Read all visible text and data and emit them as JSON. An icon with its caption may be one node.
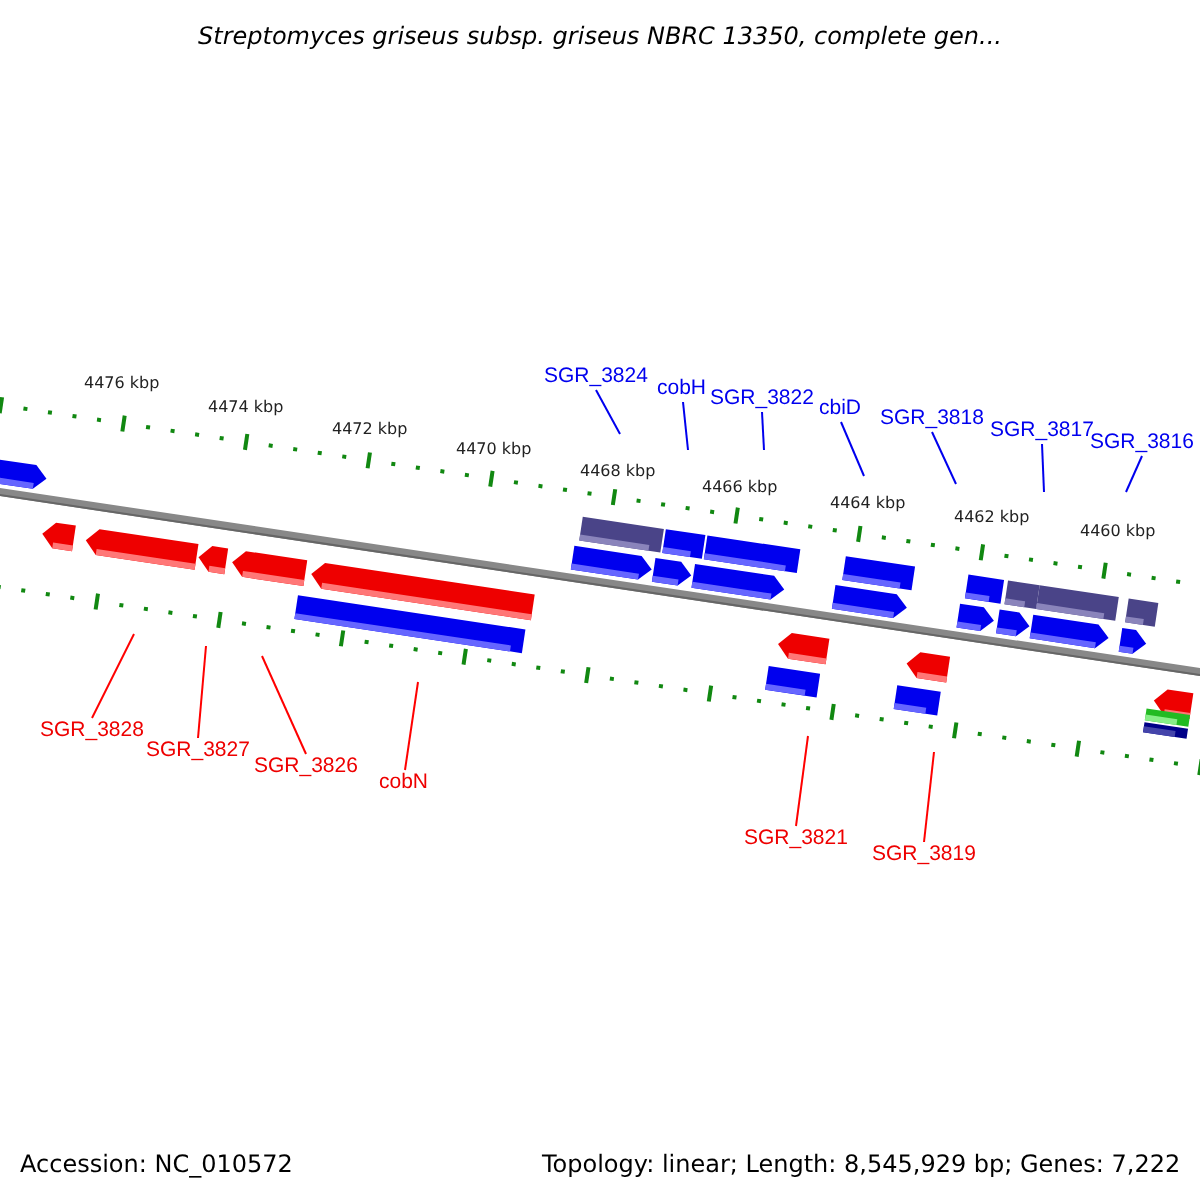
{
  "diagram": {
    "title": "Streptomyces griseus subsp. griseus NBRC 13350, complete gen...",
    "nodes": [
      {
        "text": [
          "SGR_3824"
        ]
      },
      {
        "text": [
          "cobH"
        ]
      },
      {
        "text": [
          "SGR_3822"
        ]
      },
      {
        "text": [
          "cbiD"
        ]
      },
      {
        "text": [
          "SGR_3818"
        ]
      },
      {
        "text": [
          "SGR_3817"
        ]
      },
      {
        "text": [
          "SGR_3816"
        ]
      },
      {
        "text": [
          "SGR_3828"
        ]
      },
      {
        "text": [
          "SGR_3827"
        ]
      },
      {
        "text": [
          "SGR_3826"
        ]
      },
      {
        "text": [
          "cobN"
        ]
      },
      {
        "text": [
          "SGR_3821"
        ]
      },
      {
        "text": [
          "SGR_3819"
        ]
      }
    ],
    "edges": [
      {
        "from": 0,
        "to": null,
        "arrow": "none"
      },
      {
        "from": 1,
        "to": null,
        "arrow": "none"
      },
      {
        "from": 2,
        "to": null,
        "arrow": "none"
      },
      {
        "from": 3,
        "to": null,
        "arrow": "none"
      },
      {
        "from": 4,
        "to": null,
        "arrow": "none"
      },
      {
        "from": 5,
        "to": null,
        "arrow": "none"
      },
      {
        "from": 6,
        "to": null,
        "arrow": "none"
      },
      {
        "from": 7,
        "to": null,
        "arrow": "none",
        "color": "#ff0000"
      },
      {
        "from": 8,
        "to": null,
        "arrow": "none",
        "color": "#ff0000"
      },
      {
        "from": 9,
        "to": null,
        "arrow": "none",
        "color": "#ff0000"
      },
      {
        "from": 10,
        "to": null,
        "arrow": "none",
        "color": "#ff0000"
      },
      {
        "from": 11,
        "to": null,
        "arrow": "none",
        "color": "#ff0000"
      },
      {
        "from": 12,
        "to": null,
        "arrow": "none",
        "color": "#ff0000"
      }
    ],
    "labels": [
      "4476 kbp",
      "4474 kbp",
      "4472 kbp",
      "4470 kbp",
      "4468 kbp",
      "4466 kbp",
      "4464 kbp",
      "4462 kbp",
      "4460 kbp",
      "Accession: NC_010572",
      "Topology: linear; Length: 8,545,929 bp; Genes: 7,222"
    ]
  }
}
